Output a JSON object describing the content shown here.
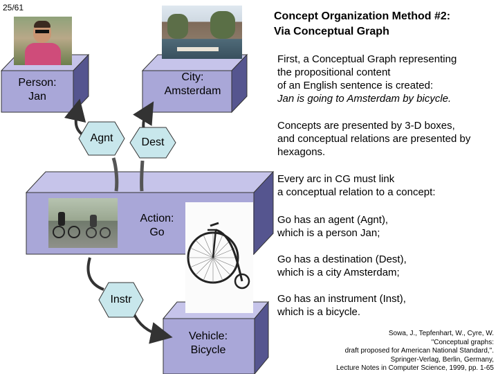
{
  "slide": {
    "page_number": "25/61",
    "title_line1": "Concept Organization Method #2:",
    "title_line2": "Via Conceptual Graph"
  },
  "description": {
    "p1": [
      "First, a Conceptual Graph representing",
      "the propositional content",
      "of an English sentence is created:",
      "Jan is going to Amsterdam by bicycle."
    ],
    "p2": [
      "Concepts are presented by 3-D boxes,",
      "and conceptual relations are presented by",
      "hexagons."
    ],
    "p3": [
      "Every arc in CG must link",
      "a conceptual relation to a concept:"
    ],
    "p4": [
      "Go has an agent (Agnt),",
      "which is a person Jan;"
    ],
    "p5": [
      "Go has a destination (Dest),",
      "which is a city Amsterdam;"
    ],
    "p6": [
      "Go has an instrument (Inst),",
      "which is a bicycle."
    ]
  },
  "citation": [
    "Sowa, J., Tepfenhart, W., Cyre, W.",
    "\"Conceptual graphs:",
    "draft proposed for American National Standard,\".",
    "Springer-Verlag, Berlin, Germany,",
    "Lecture Notes in Computer Science, 1999, pp. 1-65"
  ],
  "graph": {
    "concepts": {
      "person": [
        "Person:",
        "Jan"
      ],
      "city": [
        "City:",
        "Amsterdam"
      ],
      "action": [
        "Action:",
        "Go"
      ],
      "vehicle": [
        "Vehicle:",
        "Bicycle"
      ]
    },
    "relations": {
      "agnt": "Agnt",
      "dest": "Dest",
      "instr": "Instr"
    }
  },
  "colors": {
    "box_front": "#a9a7d8",
    "box_top": "#c6c4ea",
    "box_side": "#55558f",
    "hexagon_fill": "#c8e7ec",
    "arrow": "#333333"
  }
}
